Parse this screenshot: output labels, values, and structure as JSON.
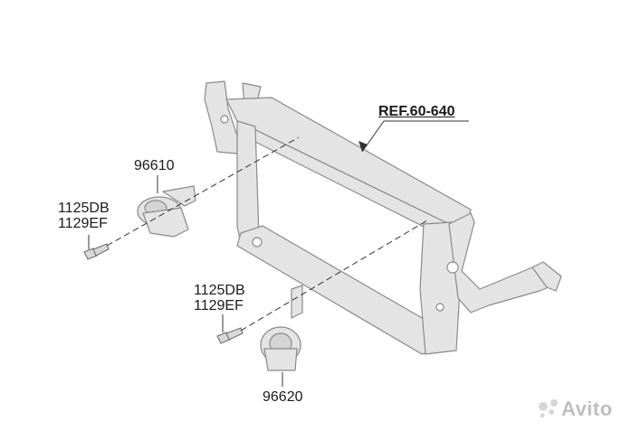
{
  "labels": {
    "ref": "REF.60-640",
    "horn_high": "96610",
    "horn_low": "96620",
    "bolt_upper_a": "1125DB",
    "bolt_upper_b": "1129EF",
    "bolt_lower_a": "1125DB",
    "bolt_lower_b": "1129EF"
  },
  "watermark": "Avito",
  "colors": {
    "part_fill": "#e4e4e4",
    "part_stroke": "#8a8a8a",
    "line": "#333333"
  }
}
